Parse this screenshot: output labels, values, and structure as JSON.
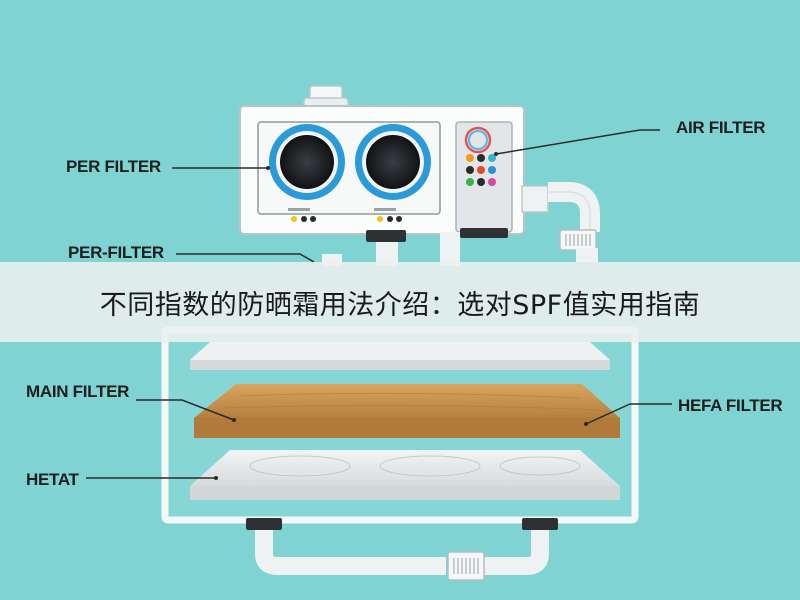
{
  "labels": {
    "air_filter": "AIR FILTER",
    "per_filter": "PER FILTER",
    "per_filter_hyphen": "PER-FILTER",
    "main_filter": "MAIN FILTER",
    "hefa_filter": "HEFA FILTER",
    "hetat": "HETAT"
  },
  "banner": {
    "title": "不同指数的防晒霜用法介绍：选对SPF值实用指南"
  },
  "colors": {
    "background": "#7fd3d3",
    "wood": "#c8934f",
    "lens_ring": "#2a9ad8"
  }
}
